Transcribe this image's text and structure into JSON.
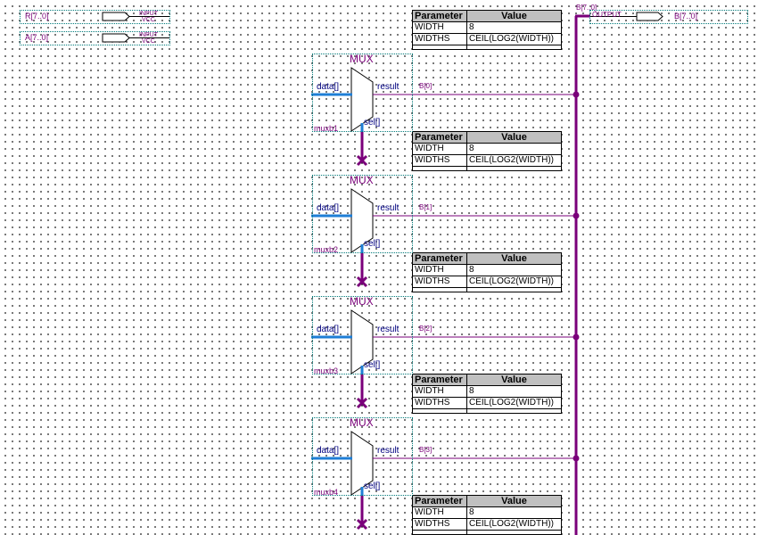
{
  "inputs": [
    {
      "name": "R[7..0]",
      "type": "INPUT",
      "default": "VCC"
    },
    {
      "name": "A[7..0]",
      "type": "INPUT",
      "default": "VCC"
    }
  ],
  "output": {
    "name": "B[7..0]",
    "type": "OUTPUT",
    "bus_label": "B[7..0]"
  },
  "param_header": {
    "parameter": "Parameter",
    "value": "Value"
  },
  "params": [
    {
      "name": "WIDTH",
      "value": "8"
    },
    {
      "name": "WIDTHS",
      "value": "CEIL(LOG2(WIDTH))"
    }
  ],
  "muxes": [
    {
      "title": "MUX",
      "instance": "muxb1",
      "data": "data[]",
      "result": "result",
      "sel": "sel[]",
      "net": "B[0]"
    },
    {
      "title": "MUX",
      "instance": "muxb2",
      "data": "data[]",
      "result": "result",
      "sel": "sel[]",
      "net": "B[1]"
    },
    {
      "title": "MUX",
      "instance": "muxb3",
      "data": "data[]",
      "result": "result",
      "sel": "sel[]",
      "net": "B[2]"
    },
    {
      "title": "MUX",
      "instance": "muxb4",
      "data": "data[]",
      "result": "result",
      "sel": "sel[]",
      "net": "B[3]"
    }
  ],
  "colors": {
    "wire": "#7a007a",
    "bus_in": "#1e7ed6",
    "frame": "#007a7a",
    "header": "#c0c0c0"
  }
}
